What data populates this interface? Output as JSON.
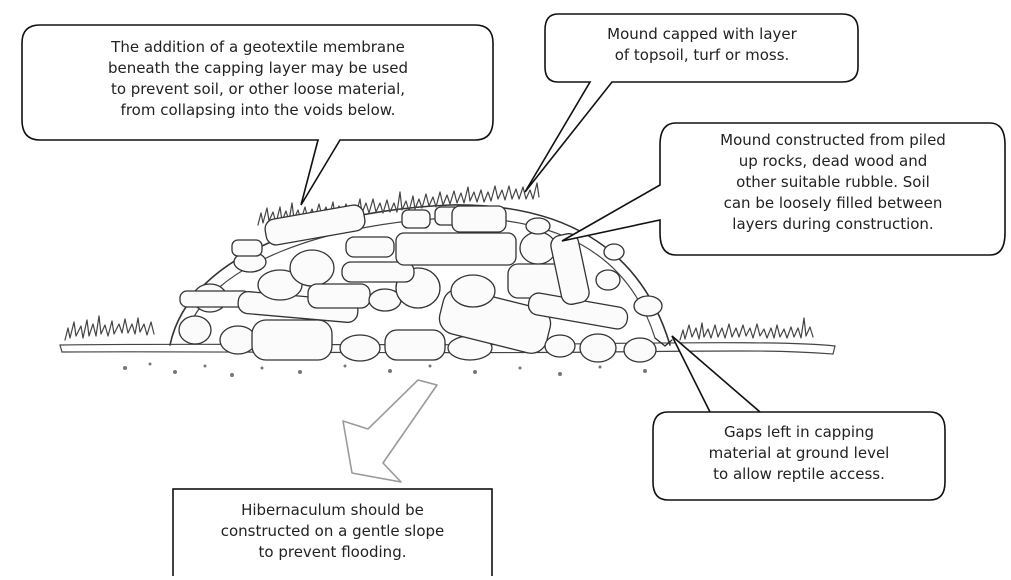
{
  "callouts": {
    "geotextile": {
      "lines": [
        "The addition of a geotextile membrane",
        "beneath the capping layer may be used",
        "to prevent soil, or other loose material,",
        "from collapsing into the voids below."
      ]
    },
    "capping": {
      "lines": [
        "Mound capped with layer",
        "of topsoil, turf or moss."
      ]
    },
    "construction": {
      "lines": [
        "Mound constructed from piled",
        "up rocks, dead wood and",
        "other suitable rubble.  Soil",
        "can be loosely filled between",
        "layers during construction."
      ]
    },
    "gaps": {
      "lines": [
        "Gaps left in capping",
        "material at ground level",
        "to allow reptile access."
      ]
    },
    "slope": {
      "lines": [
        "Hibernaculum should be",
        "constructed on a gentle slope",
        "to prevent flooding."
      ]
    }
  }
}
